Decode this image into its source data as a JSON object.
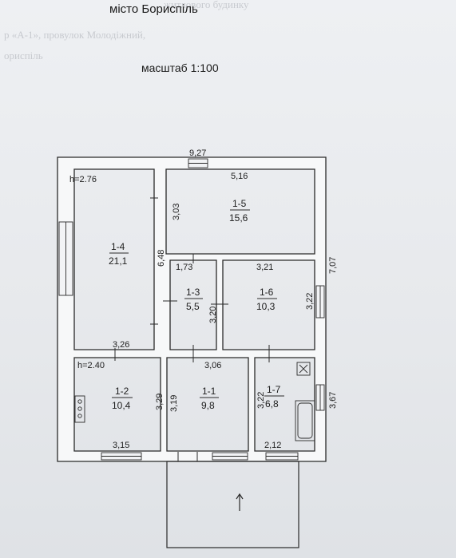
{
  "header": {
    "city": "місто Бориспіль",
    "scale": "масштаб 1:100"
  },
  "background_text": [
    "житлового будинку",
    "р «А-1», провулок Молодіжний,",
    "ориспіль"
  ],
  "plan": {
    "outer_dims": {
      "top": "9,27",
      "right": "7,07"
    },
    "ceiling_heights": {
      "upper": "h=2.76",
      "lower": "h=2.40"
    },
    "rooms": [
      {
        "id": "1-4",
        "area": "21,1"
      },
      {
        "id": "1-5",
        "area": "15,6"
      },
      {
        "id": "1-3",
        "area": "5,5"
      },
      {
        "id": "1-6",
        "area": "10,3"
      },
      {
        "id": "1-2",
        "area": "10,4"
      },
      {
        "id": "1-1",
        "area": "9,8"
      },
      {
        "id": "1-7",
        "area": "6,8"
      }
    ],
    "dimensions": {
      "d_516": "5,16",
      "d_303": "3,03",
      "d_648": "6,48",
      "d_173": "1,73",
      "d_321": "3,21",
      "d_320": "3,20",
      "d_322_right": "3,22",
      "d_326": "3,26",
      "d_306": "3,06",
      "d_329": "3,29",
      "d_319": "3,19",
      "d_322_low": "3,22",
      "d_315": "3,15",
      "d_212": "2,12",
      "d_367": "3,67"
    }
  }
}
